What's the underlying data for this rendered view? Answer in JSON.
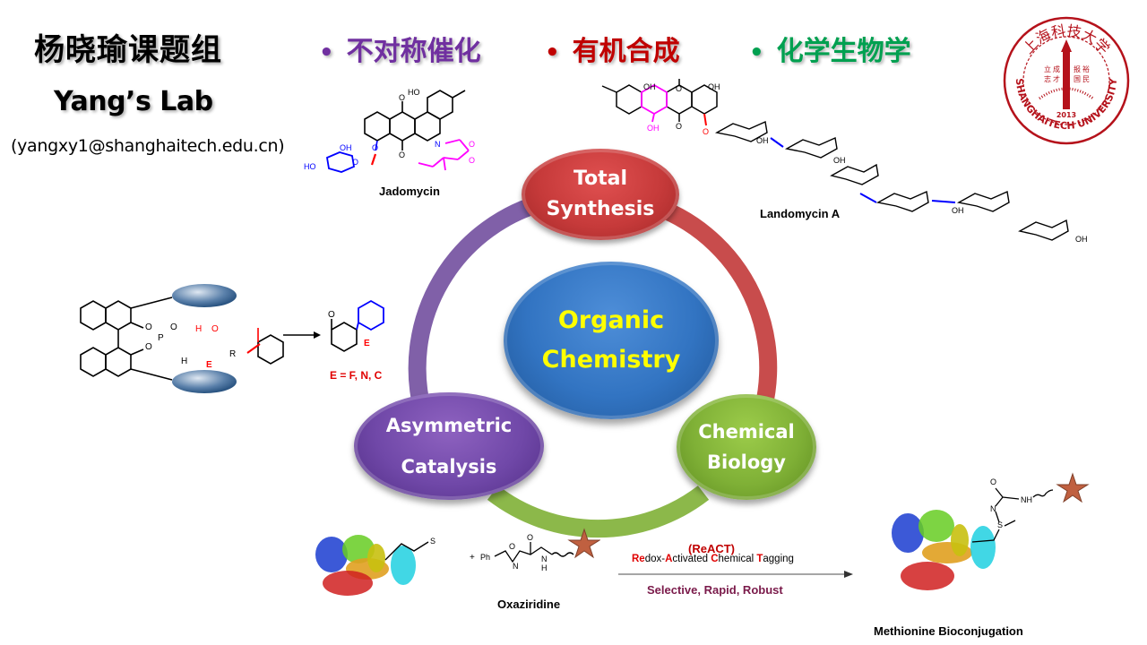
{
  "header": {
    "lab_name_cn": "杨晓瑜课题组",
    "lab_name_en": "Yang’s Lab",
    "email": "(yangxy1@shanghaitech.edu.cn)",
    "topics": [
      {
        "bullet": "•",
        "label": "不对称催化",
        "color": "#7030a0"
      },
      {
        "bullet": "•",
        "label": "有机合成",
        "color": "#c00000"
      },
      {
        "bullet": "•",
        "label": "化学生物学",
        "color": "#00a050"
      }
    ]
  },
  "logo": {
    "name": "ShanghaiTech University seal",
    "arc_cn": "上海科技大学",
    "arc_en": "SHANGHAITECH UNIVERSITY",
    "motto": [
      "立",
      "成",
      "报",
      "裕",
      "志",
      "才",
      "国",
      "民"
    ],
    "year": "2013",
    "color": "#b5121b"
  },
  "diagram": {
    "center": {
      "line1": "Organic",
      "line2": "Chemistry",
      "color": "#3274c2",
      "text_color": "#ffff00"
    },
    "nodes": [
      {
        "id": "total-synthesis",
        "line1": "Total",
        "line2": "Synthesis",
        "color": "#c63a3a"
      },
      {
        "id": "asymmetric-catalysis",
        "line1": "Asymmetric",
        "line2": "Catalysis",
        "color": "#7048a8"
      },
      {
        "id": "chemical-biology",
        "line1": "Chemical",
        "line2": "Biology",
        "color": "#7fb036"
      }
    ],
    "ring_segments": [
      {
        "from": "total-synthesis",
        "to": "chemical-biology",
        "color": "#c84c4c"
      },
      {
        "from": "chemical-biology",
        "to": "asymmetric-catalysis",
        "color": "#8cb84a"
      },
      {
        "from": "asymmetric-catalysis",
        "to": "total-synthesis",
        "color": "#8060a8"
      }
    ]
  },
  "molecules": {
    "jadomycin": {
      "caption": "Jadomycin",
      "labels": [
        "HO",
        "O",
        "O",
        "N",
        "O",
        "O",
        "OH",
        "HO",
        "O",
        "O"
      ]
    },
    "landomycin": {
      "caption": "Landomycin A",
      "labels": [
        "OH",
        "O",
        "OH",
        "O",
        "OH",
        "O",
        "OH",
        "OH",
        "OH",
        "OH"
      ]
    },
    "catalysis": {
      "labels": [
        "O",
        "O",
        "P",
        "O",
        "H",
        "O",
        "H",
        "E",
        "R"
      ],
      "product_labels": [
        "O",
        "E"
      ],
      "caption": "E = F, N, C"
    },
    "oxaziridine": {
      "caption": "Oxaziridine",
      "labels": [
        "Ph",
        "O",
        "N",
        "O",
        "N",
        "H",
        "S"
      ],
      "plus": "+"
    },
    "product": {
      "caption": "Methionine Bioconjugation",
      "labels": [
        "O",
        "NH",
        "N",
        "S"
      ]
    }
  },
  "reaction": {
    "title": "(ReACT)",
    "subtitle_parts": [
      {
        "text": "Re",
        "highlight": true
      },
      {
        "text": "dox-",
        "highlight": false
      },
      {
        "text": "A",
        "highlight": true
      },
      {
        "text": "ctivated ",
        "highlight": false
      },
      {
        "text": "C",
        "highlight": true
      },
      {
        "text": "hemical ",
        "highlight": false
      },
      {
        "text": "T",
        "highlight": true
      },
      {
        "text": "agging",
        "highlight": false
      }
    ],
    "properties": "Selective, Rapid, Robust"
  }
}
